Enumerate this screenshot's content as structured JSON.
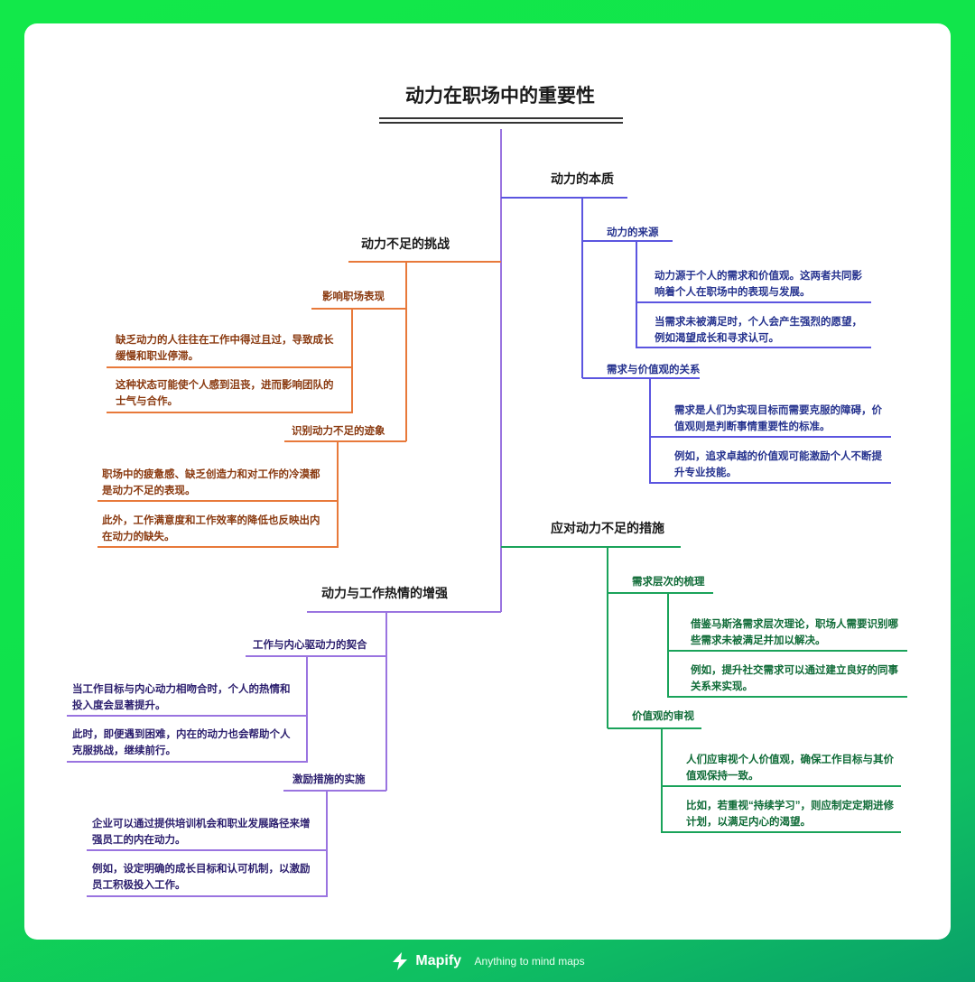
{
  "title": "动力在职场中的重要性",
  "colors": {
    "background": "#12e84a",
    "blue": "#5b55e0",
    "orange": "#e8793a",
    "green": "#1aa35a",
    "purple": "#9a74e0"
  },
  "branches": {
    "nature": {
      "label": "动力的本质",
      "subs": [
        {
          "label": "动力的来源",
          "leaves": [
            "动力源于个人的需求和价值观。这两者共同影响着个人在职场中的表现与发展。",
            "当需求未被满足时，个人会产生强烈的愿望，例如渴望成长和寻求认可。"
          ]
        },
        {
          "label": "需求与价值观的关系",
          "leaves": [
            "需求是人们为实现目标而需要克服的障碍，价值观则是判断事情重要性的标准。",
            "例如，追求卓越的价值观可能激励个人不断提升专业技能。"
          ]
        }
      ]
    },
    "challenge": {
      "label": "动力不足的挑战",
      "subs": [
        {
          "label": "影响职场表现",
          "leaves": [
            "缺乏动力的人往往在工作中得过且过，导致成长缓慢和职业停滞。",
            "这种状态可能使个人感到沮丧，进而影响团队的士气与合作。"
          ]
        },
        {
          "label": "识别动力不足的迹象",
          "leaves": [
            "职场中的疲惫感、缺乏创造力和对工作的冷漠都是动力不足的表现。",
            "此外，工作满意度和工作效率的降低也反映出内在动力的缺失。"
          ]
        }
      ]
    },
    "measures": {
      "label": "应对动力不足的措施",
      "subs": [
        {
          "label": "需求层次的梳理",
          "leaves": [
            "借鉴马斯洛需求层次理论，职场人需要识别哪些需求未被满足并加以解决。",
            "例如，提升社交需求可以通过建立良好的同事关系来实现。"
          ]
        },
        {
          "label": "价值观的审视",
          "leaves": [
            "人们应审视个人价值观，确保工作目标与其价值观保持一致。",
            "比如，若重视“持续学习”，则应制定定期进修计划，以满足内心的渴望。"
          ]
        }
      ]
    },
    "passion": {
      "label": "动力与工作热情的增强",
      "subs": [
        {
          "label": "工作与内心驱动力的契合",
          "leaves": [
            "当工作目标与内心动力相吻合时，个人的热情和投入度会显著提升。",
            "此时，即便遇到困难，内在的动力也会帮助个人克服挑战，继续前行。"
          ]
        },
        {
          "label": "激励措施的实施",
          "leaves": [
            "企业可以通过提供培训机会和职业发展路径来增强员工的内在动力。",
            "例如，设定明确的成长目标和认可机制，以激励员工积极投入工作。"
          ]
        }
      ]
    }
  },
  "footer": {
    "brand": "Mapify",
    "tagline": "Anything to mind maps",
    "icon": "lightning-bolt-icon"
  }
}
